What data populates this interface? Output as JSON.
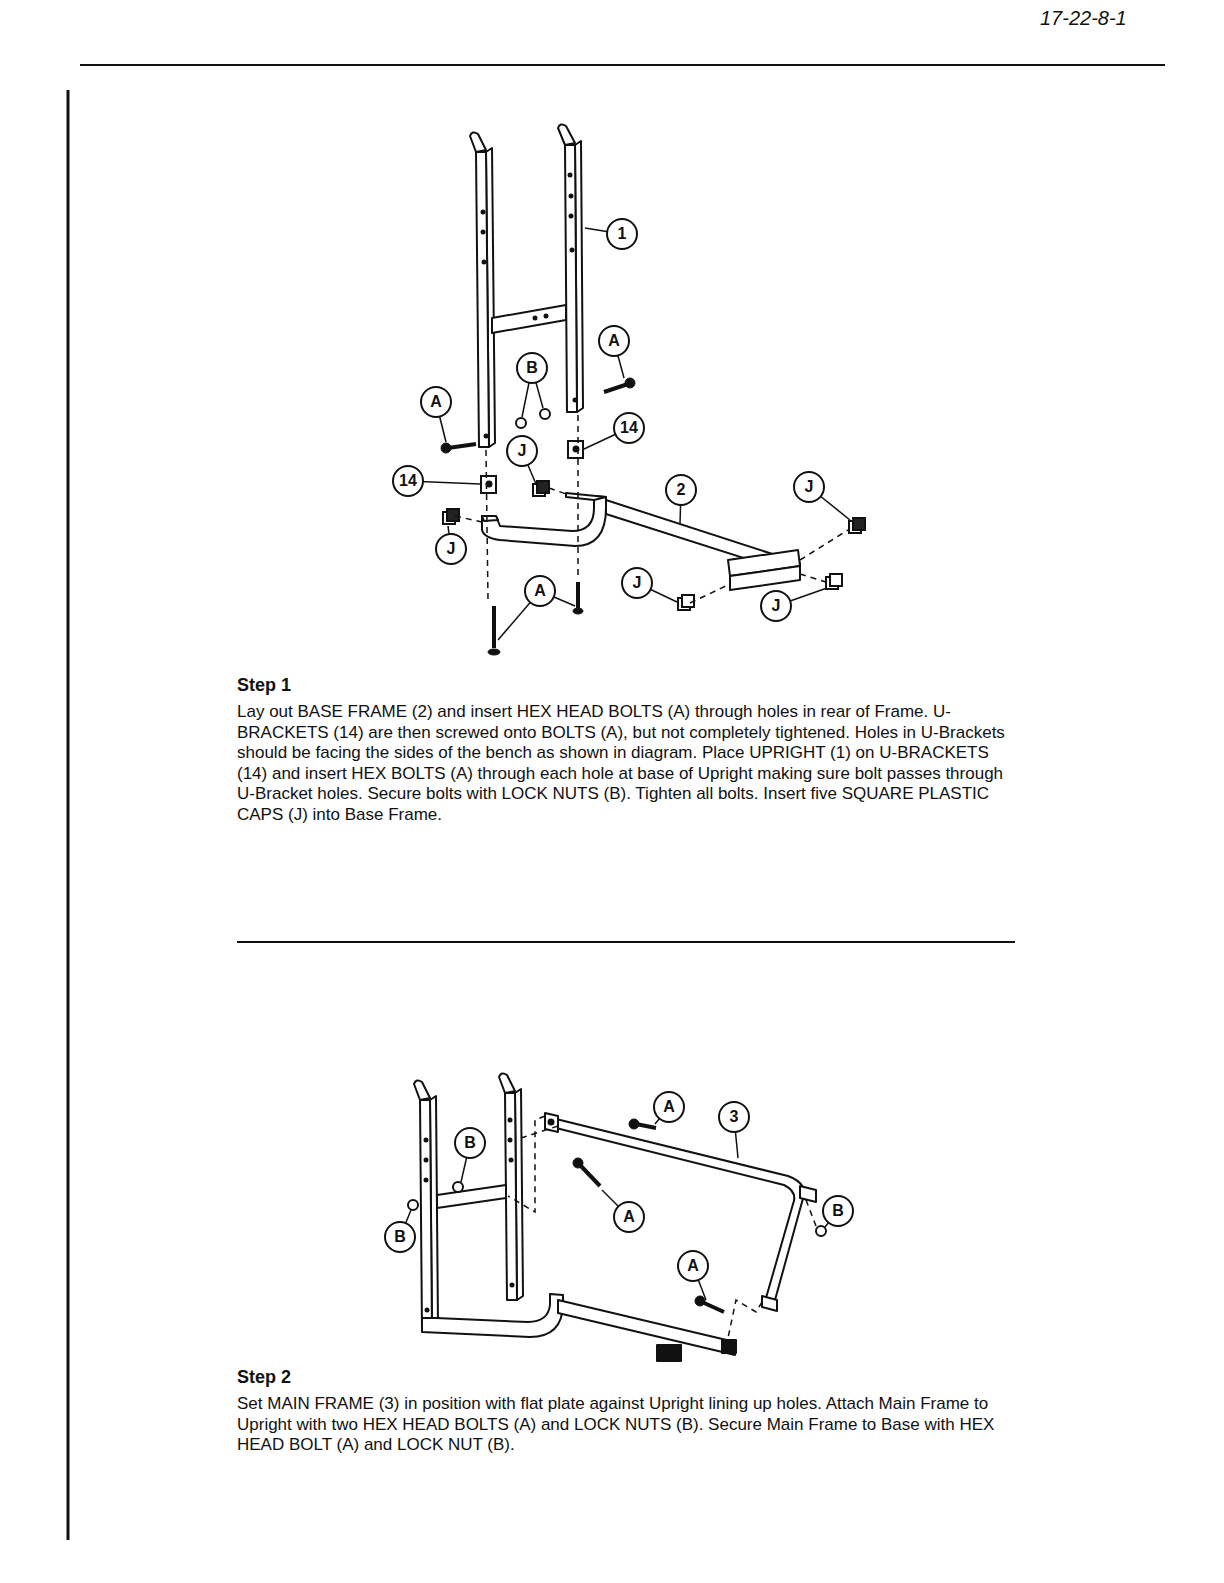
{
  "diagram": {
    "nodes": [
      {
        "text": [
          "1"
        ]
      },
      {
        "text": [
          "A"
        ]
      },
      {
        "text": [
          "B"
        ]
      },
      {
        "text": [
          "A"
        ]
      },
      {
        "text": [
          "14"
        ]
      },
      {
        "text": [
          "J"
        ]
      },
      {
        "text": [
          "14"
        ]
      },
      {
        "text": [
          "2"
        ]
      },
      {
        "text": [
          "J"
        ]
      },
      {
        "text": [
          "J"
        ]
      },
      {
        "text": [
          "A"
        ]
      },
      {
        "text": [
          "J"
        ]
      },
      {
        "text": [
          "J"
        ]
      },
      {
        "text": [
          "B"
        ]
      },
      {
        "text": [
          "A"
        ]
      },
      {
        "text": [
          "3"
        ]
      },
      {
        "text": [
          "B"
        ]
      },
      {
        "text": [
          "A"
        ]
      },
      {
        "text": [
          "B"
        ]
      },
      {
        "text": [
          "A"
        ]
      }
    ],
    "labels": [
      "17-22-8-1",
      "Step 1",
      "Lay out BASE FRAME (2) and insert HEX HEAD BOLTS (A) through holes in rear of Frame. U-BRACKETS (14) are then screwed onto BOLTS (A), but not completely tightened. Holes in U-Brackets should be facing the sides of the bench as shown in diagram. Place UPRIGHT (1) on U-BRACKETS (14) and insert HEX BOLTS (A) through each hole at base of Upright making sure bolt passes through U-Bracket holes. Secure bolts with LOCK NUTS (B). Tighten all bolts. Insert five SQUARE PLASTIC CAPS (J) into Base Frame.",
      "Step 2",
      "Set MAIN FRAME (3) in position with flat plate against Upright lining up holes. Attach Main Frame to Upright with two HEX HEAD BOLTS (A) and LOCK NUTS (B). Secure Main Frame to Base with HEX HEAD BOLT (A) and LOCK NUT (B)."
    ]
  }
}
